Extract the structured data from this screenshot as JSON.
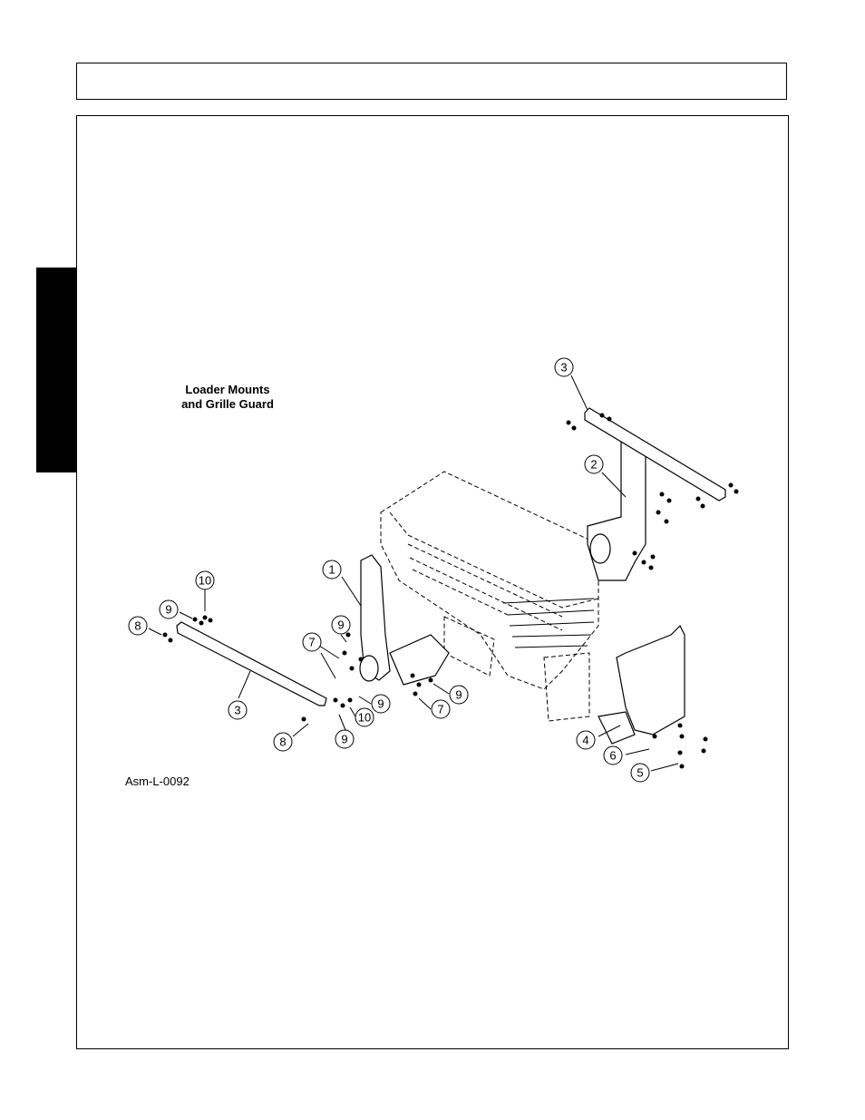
{
  "figure": {
    "caption_line1": "Loader Mounts",
    "caption_line2": "and Grille Guard",
    "drawing_id": "Asm-L-0092"
  },
  "callouts": [
    {
      "label": "3"
    },
    {
      "label": "2"
    },
    {
      "label": "1"
    },
    {
      "label": "10"
    },
    {
      "label": "9"
    },
    {
      "label": "8"
    },
    {
      "label": "9"
    },
    {
      "label": "7"
    },
    {
      "label": "3"
    },
    {
      "label": "9"
    },
    {
      "label": "10"
    },
    {
      "label": "8"
    },
    {
      "label": "9"
    },
    {
      "label": "7"
    },
    {
      "label": "9"
    },
    {
      "label": "4"
    },
    {
      "label": "6"
    },
    {
      "label": "5"
    }
  ]
}
